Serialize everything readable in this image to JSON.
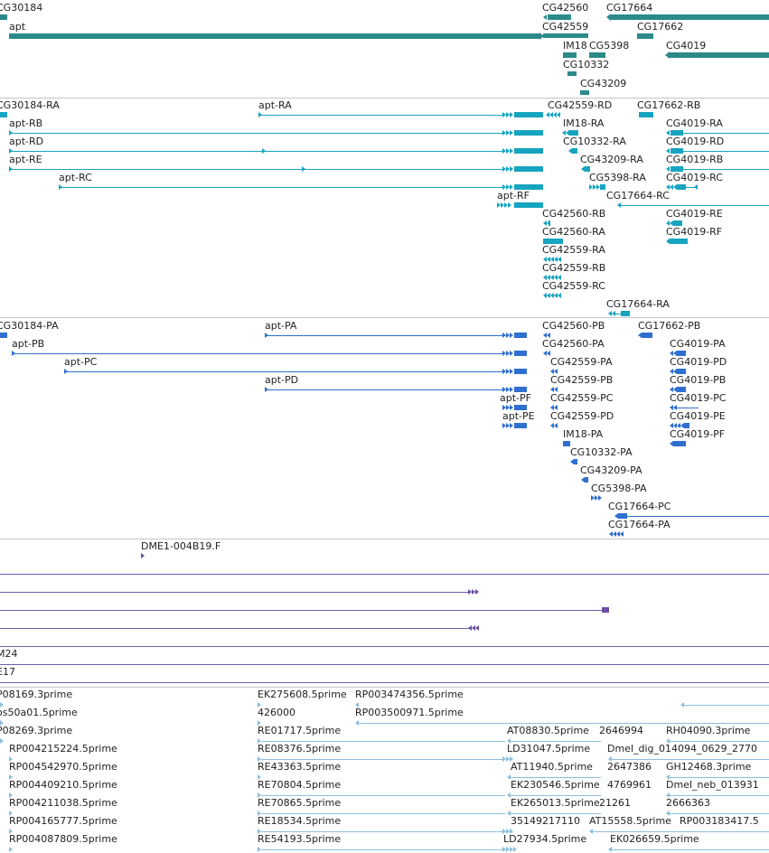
{
  "colors": {
    "gene": "#2b8a8a",
    "mrna": "#16a4c0",
    "protein": "#2f6fd0",
    "clone": "#6a4fa0",
    "clone_line": "#6c62a8",
    "est": "#8cbfdc",
    "separator": "#c6c6c6"
  },
  "tracks": [
    {
      "id": "genes",
      "color": "gene",
      "items": [
        {
          "label": "CG30184"
        },
        {
          "label": "apt"
        },
        {
          "label": "CG42560"
        },
        {
          "label": "CG17664"
        },
        {
          "label": "CG42559"
        },
        {
          "label": "CG17662"
        },
        {
          "label": "IM18"
        },
        {
          "label": "CG5398"
        },
        {
          "label": "CG4019"
        },
        {
          "label": "CG10332"
        },
        {
          "label": "CG43209"
        }
      ]
    },
    {
      "id": "transcripts",
      "color": "mrna",
      "items": [
        {
          "label": "CG30184-RA"
        },
        {
          "label": "apt-RA"
        },
        {
          "label": "CG42559-RD"
        },
        {
          "label": "CG17662-RB"
        },
        {
          "label": "apt-RB"
        },
        {
          "label": "IM18-RA"
        },
        {
          "label": "CG4019-RA"
        },
        {
          "label": "apt-RD"
        },
        {
          "label": "CG10332-RA"
        },
        {
          "label": "CG4019-RD"
        },
        {
          "label": "apt-RE"
        },
        {
          "label": "CG43209-RA"
        },
        {
          "label": "CG4019-RB"
        },
        {
          "label": "apt-RC"
        },
        {
          "label": "CG5398-RA"
        },
        {
          "label": "CG4019-RC"
        },
        {
          "label": "apt-RF"
        },
        {
          "label": "CG17664-RC"
        },
        {
          "label": "CG42560-RB"
        },
        {
          "label": "CG4019-RE"
        },
        {
          "label": "CG42560-RA"
        },
        {
          "label": "CG4019-RF"
        },
        {
          "label": "CG42559-RA"
        },
        {
          "label": "CG42559-RB"
        },
        {
          "label": "CG42559-RC"
        },
        {
          "label": "CG17664-RA"
        }
      ]
    },
    {
      "id": "proteins",
      "color": "protein",
      "items": [
        {
          "label": "CG30184-PA"
        },
        {
          "label": "apt-PA"
        },
        {
          "label": "CG42560-PB"
        },
        {
          "label": "CG17662-PB"
        },
        {
          "label": "apt-PB"
        },
        {
          "label": "CG42560-PA"
        },
        {
          "label": "CG4019-PA"
        },
        {
          "label": "apt-PC"
        },
        {
          "label": "CG42559-PA"
        },
        {
          "label": "CG4019-PD"
        },
        {
          "label": "apt-PD"
        },
        {
          "label": "CG42559-PB"
        },
        {
          "label": "CG4019-PB"
        },
        {
          "label": "apt-PF"
        },
        {
          "label": "CG42559-PC"
        },
        {
          "label": "CG4019-PC"
        },
        {
          "label": "apt-PE"
        },
        {
          "label": "CG42559-PD"
        },
        {
          "label": "CG4019-PE"
        },
        {
          "label": "IM18-PA"
        },
        {
          "label": "CG4019-PF"
        },
        {
          "label": "CG10332-PA"
        },
        {
          "label": "CG43209-PA"
        },
        {
          "label": "CG5398-PA"
        },
        {
          "label": "CG17664-PC"
        },
        {
          "label": "CG17664-PA"
        }
      ]
    },
    {
      "id": "clones",
      "color": "clone",
      "items": [
        {
          "label": "DME1-004B19.F"
        },
        {
          "label": "M24"
        },
        {
          "label": "E17"
        }
      ]
    },
    {
      "id": "ests",
      "color": "est",
      "items": [
        {
          "label": "P08169.3prime"
        },
        {
          "label": "EK275608.5prime"
        },
        {
          "label": "RP003474356.5prime"
        },
        {
          "label": "os50a01.5prime"
        },
        {
          "label": "426000"
        },
        {
          "label": "RP003500971.5prime"
        },
        {
          "label": "P08269.3prime"
        },
        {
          "label": "RE01717.5prime"
        },
        {
          "label": "AT08830.5prime"
        },
        {
          "label": "2646994"
        },
        {
          "label": "RH04090.3prime"
        },
        {
          "label": "RP004215224.5prime"
        },
        {
          "label": "RE08376.5prime"
        },
        {
          "label": "LD31047.5prime"
        },
        {
          "label": "Dmel_dig_014094_0629_2770"
        },
        {
          "label": "RP004542970.5prime"
        },
        {
          "label": "RE43363.5prime"
        },
        {
          "label": "AT11940.5prime"
        },
        {
          "label": "2647386"
        },
        {
          "label": "GH12468.3prime"
        },
        {
          "label": "RP004409210.5prime"
        },
        {
          "label": "RE70804.5prime"
        },
        {
          "label": "EK230546.5prime"
        },
        {
          "label": "4769961"
        },
        {
          "label": "Dmel_neb_013931"
        },
        {
          "label": "RP004211038.5prime"
        },
        {
          "label": "RE70865.5prime"
        },
        {
          "label": "EK265013.5prime"
        },
        {
          "label": "21261"
        },
        {
          "label": "2666363"
        },
        {
          "label": "RP004165777.5prime"
        },
        {
          "label": "RE18534.5prime"
        },
        {
          "label": "35149217110"
        },
        {
          "label": "AT15558.5prime"
        },
        {
          "label": "RP003183417.5"
        },
        {
          "label": "RP004087809.5prime"
        },
        {
          "label": "RE54193.5prime"
        },
        {
          "label": "LD27934.5prime"
        },
        {
          "label": "EK026659.5prime"
        }
      ]
    }
  ]
}
